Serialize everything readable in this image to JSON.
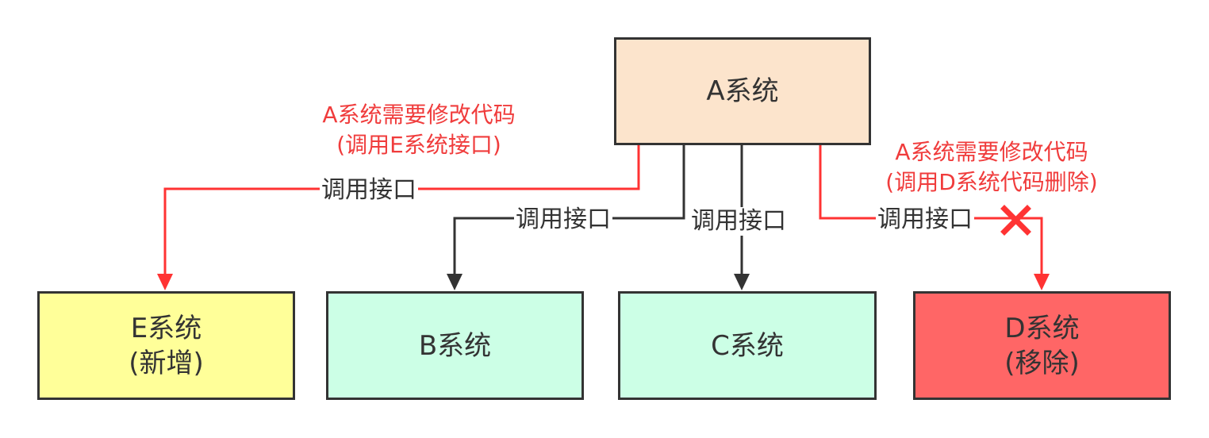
{
  "nodes": {
    "a": {
      "line1": "A系统",
      "fill": "#fce4cc"
    },
    "e": {
      "line1": "E系统",
      "line2": "(新增)",
      "fill": "#ffff99"
    },
    "b": {
      "line1": "B系统",
      "fill": "#ccffe6"
    },
    "c": {
      "line1": "C系统",
      "fill": "#ccffe6"
    },
    "d": {
      "line1": "D系统",
      "line2": "(移除)",
      "fill": "#ff6666"
    }
  },
  "edges": {
    "a_to_e": {
      "label": "调用接口",
      "color": "#ff3333"
    },
    "a_to_b": {
      "label": "调用接口",
      "color": "#333333"
    },
    "a_to_c": {
      "label": "调用接口",
      "color": "#333333"
    },
    "a_to_d": {
      "label": "调用接口",
      "color": "#ff3333",
      "removed_mark": "cross-icon"
    }
  },
  "notes": {
    "e_note": {
      "line1": "A系统需要修改代码",
      "line2": "(调用E系统接口)",
      "color": "#f03c3c"
    },
    "d_note": {
      "line1": "A系统需要修改代码",
      "line2": "(调用D系统代码删除)",
      "color": "#f03c3c"
    }
  }
}
